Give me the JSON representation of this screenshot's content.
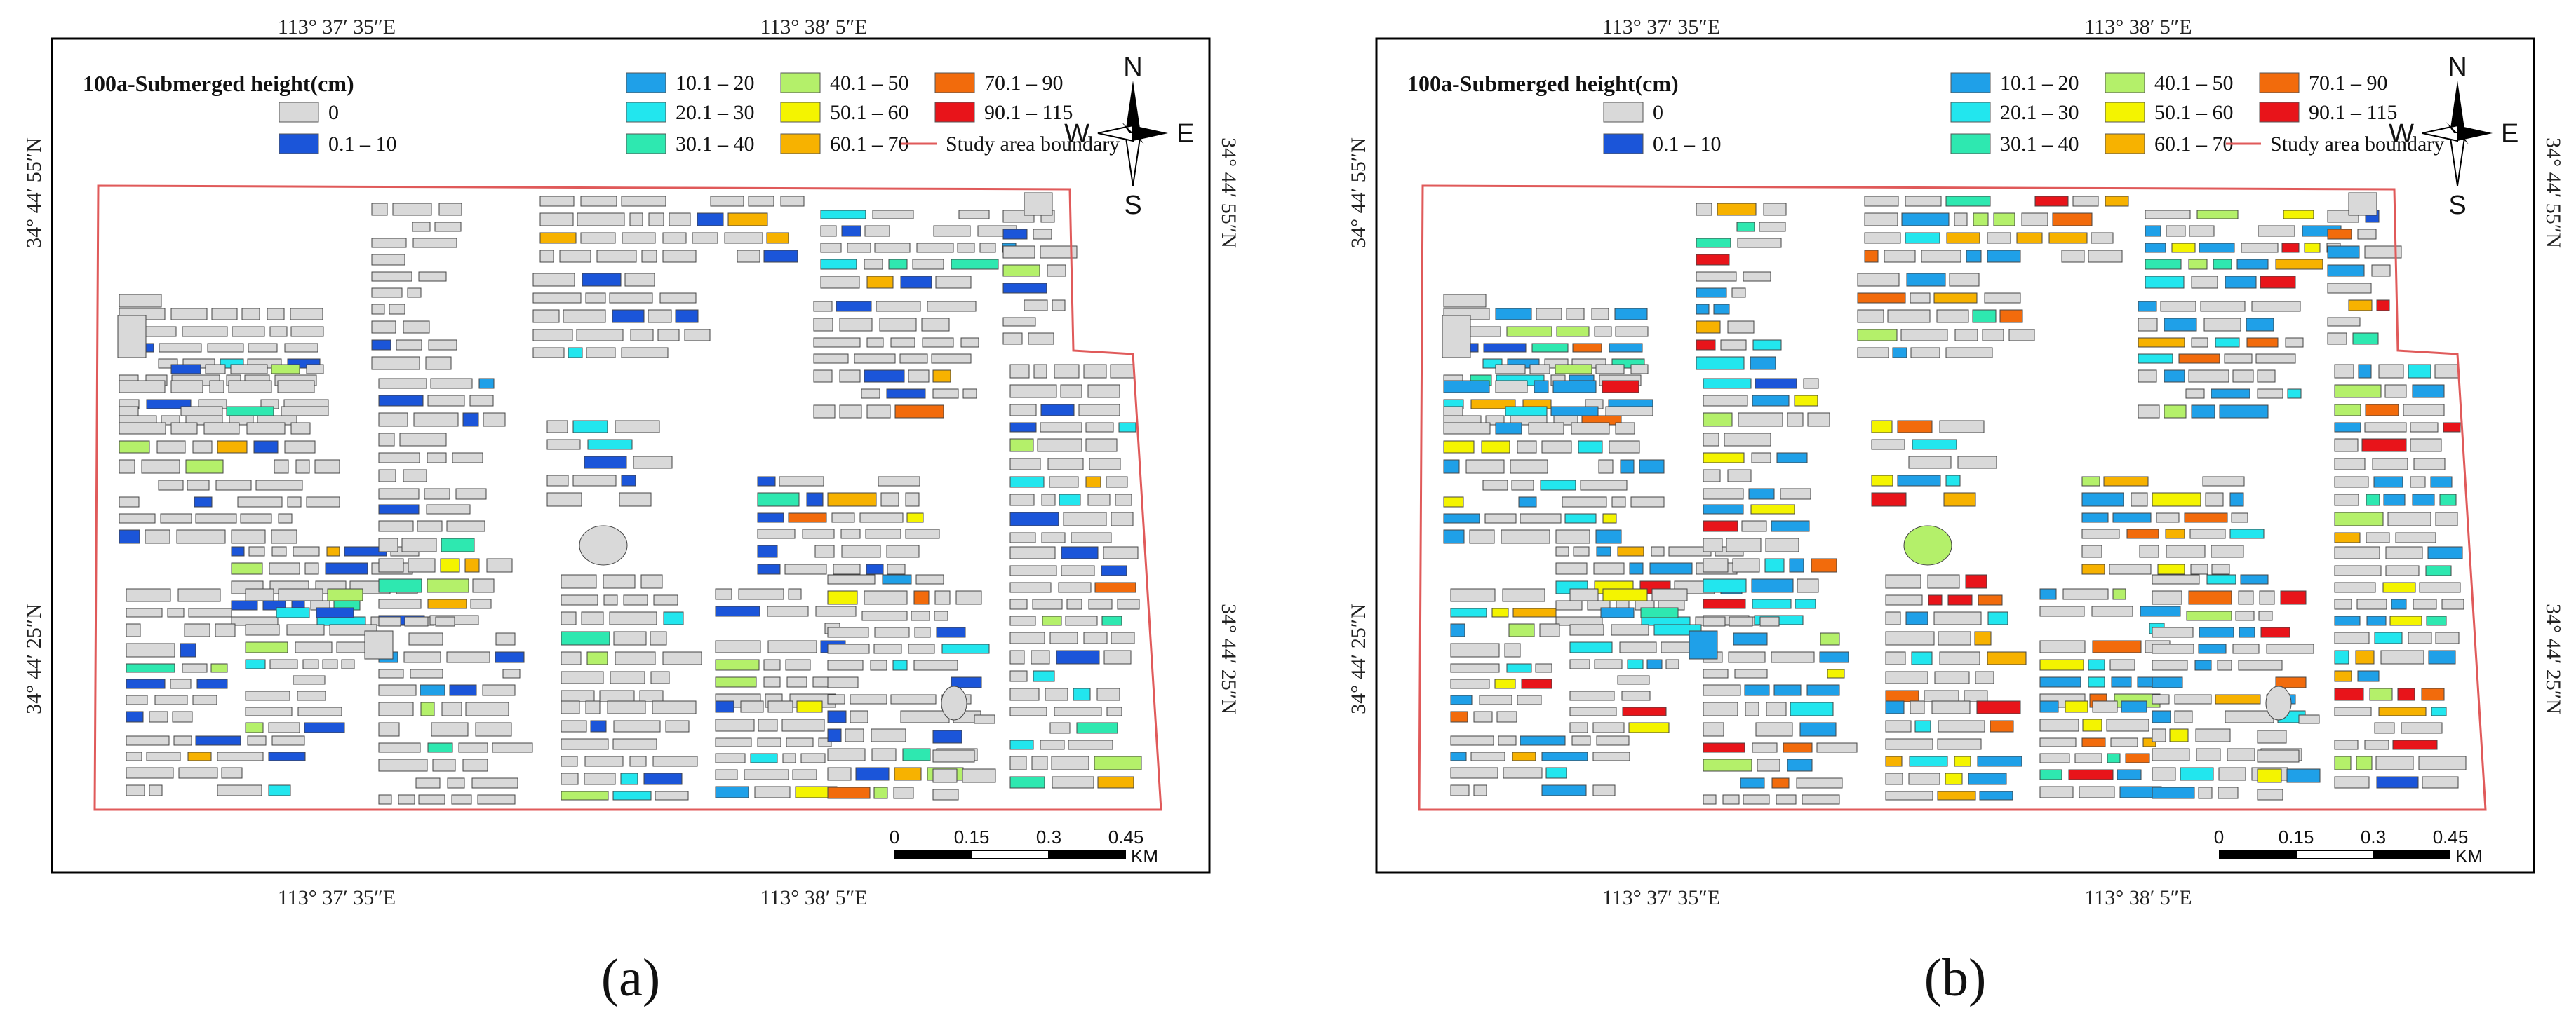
{
  "panels": [
    {
      "id": "a",
      "caption": "(a)",
      "legend": {
        "title": "100a-Submerged height(cm)",
        "boundary_label": "Study area boundary"
      },
      "coords": {
        "top": [
          "113° 37′ 35″E",
          "113° 38′ 5″E"
        ],
        "bottom": [
          "113° 37′ 35″E",
          "113° 38′ 5″E"
        ],
        "left": [
          "34° 44′ 55″N",
          "34° 44′ 25″N"
        ],
        "right": [
          "34° 44′ 55″N",
          "34° 44′ 25″N"
        ]
      },
      "compass": {
        "n": "N",
        "s": "S",
        "w": "W",
        "e": "E"
      },
      "scale": {
        "ticks": [
          "0",
          "0.15",
          "0.3",
          "0.45"
        ],
        "unit": "KM"
      }
    },
    {
      "id": "b",
      "caption": "(b)",
      "legend": {
        "title": "100a-Submerged height(cm)",
        "boundary_label": "Study area boundary"
      },
      "coords": {
        "top": [
          "113° 37′ 35″E",
          "113° 38′ 5″E"
        ],
        "bottom": [
          "113° 37′ 35″E",
          "113° 38′ 5″E"
        ],
        "left": [
          "34° 44′ 55″N",
          "34° 44′ 25″N"
        ],
        "right": [
          "34° 44′ 55″N",
          "34° 44′ 25″N"
        ]
      },
      "compass": {
        "n": "N",
        "s": "S",
        "w": "W",
        "e": "E"
      },
      "scale": {
        "ticks": [
          "0",
          "0.15",
          "0.3",
          "0.45"
        ],
        "unit": "KM"
      }
    }
  ],
  "classes": [
    {
      "label": "0",
      "color": "#d9d9d9"
    },
    {
      "label": "0.1 – 10",
      "color": "#1b55d9"
    },
    {
      "label": "10.1 – 20",
      "color": "#1fa0e8"
    },
    {
      "label": "20.1 – 30",
      "color": "#22e6ee"
    },
    {
      "label": "30.1 – 40",
      "color": "#2ee8b0"
    },
    {
      "label": "40.1 – 50",
      "color": "#b4f06a"
    },
    {
      "label": "50.1 – 60",
      "color": "#f4f400"
    },
    {
      "label": "60.1 – 70",
      "color": "#f7b200"
    },
    {
      "label": "70.1 – 90",
      "color": "#f26b0c"
    },
    {
      "label": "90.1 – 115",
      "color": "#e8141a"
    }
  ],
  "boundary_color": "#e05a5a",
  "flood_share": {
    "a": {
      "0": 0.8,
      "0.1 – 10": 0.09,
      "10.1 – 20": 0.01,
      "20.1 – 30": 0.03,
      "30.1 – 40": 0.02,
      "40.1 – 50": 0.02,
      "50.1 – 60": 0.005,
      "60.1 – 70": 0.015,
      "70.1 – 90": 0.005,
      "90.1 – 115": 0.0
    },
    "b": {
      "0": 0.5,
      "0.1 – 10": 0.01,
      "10.1 – 20": 0.17,
      "20.1 – 30": 0.07,
      "30.1 – 40": 0.04,
      "40.1 – 50": 0.04,
      "50.1 – 60": 0.04,
      "60.1 – 70": 0.04,
      "70.1 – 90": 0.05,
      "90.1 – 115": 0.04
    }
  }
}
